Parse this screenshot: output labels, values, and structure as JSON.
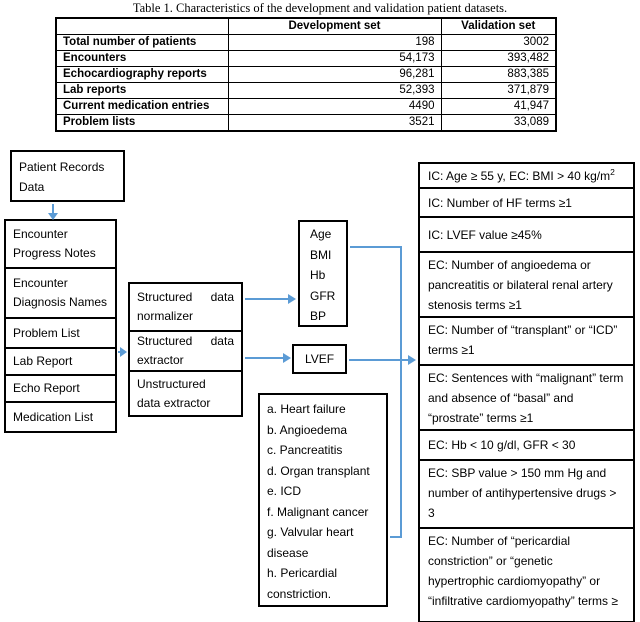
{
  "title": "Table 1. Characteristics of the development and validation patient datasets.",
  "table": {
    "headers": [
      "",
      "Development set",
      "Validation set"
    ],
    "rows": [
      {
        "label": "Total number of patients",
        "dev": "198",
        "val": "3002"
      },
      {
        "label": "Encounters",
        "dev": "54,173",
        "val": "393,482"
      },
      {
        "label": "Echocardiography reports",
        "dev": "96,281",
        "val": "883,385"
      },
      {
        "label": "Lab reports",
        "dev": "52,393",
        "val": "371,879"
      },
      {
        "label": "Current medication entries",
        "dev": "4490",
        "val": "41,947"
      },
      {
        "label": "Problem lists",
        "dev": "3521",
        "val": "33,089"
      }
    ]
  },
  "flow": {
    "patient_records": "Patient Records Data",
    "sources": [
      "Encounter Progress Notes",
      "Encounter Diagnosis Names",
      "Problem List",
      "Lab Report",
      "Echo Report",
      "Medication List"
    ],
    "processors": [
      {
        "line1": "Structured data",
        "line2": "normalizer"
      },
      {
        "line1": "Structured data",
        "line2": "extractor"
      },
      {
        "line1": "Unstructured",
        "line2": "data extractor"
      }
    ],
    "structured_values": [
      "Age",
      "BMI",
      "Hb",
      "GFR",
      "BP"
    ],
    "lvef": "LVEF",
    "terms": [
      "a. Heart failure",
      "b. Angioedema",
      "c. Pancreatitis",
      "d. Organ transplant",
      "e. ICD",
      "f. Malignant cancer",
      "g. Valvular heart disease",
      "h. Pericardial constriction."
    ],
    "criteria": [
      {
        "text": "IC: Age ≥ 55 y, EC: BMI > 40 kg/m",
        "sup": "2"
      },
      {
        "text": "IC: Number of HF terms ≥1"
      },
      {
        "text": "IC: LVEF value ≥45%"
      },
      {
        "text": "EC: Number of angioedema or\npancreatitis or bilateral renal artery\nstenosis terms ≥1"
      },
      {
        "text": "EC: Number of “transplant” or “ICD”\nterms ≥1"
      },
      {
        "text": "EC: Sentences with “malignant” term\nand absence of “basal” and\n“prostrate” terms ≥1"
      },
      {
        "text": "EC: Hb < 10 g/dl, GFR < 30"
      },
      {
        "text": "EC: SBP value > 150 mm Hg and\nnumber of antihypertensive drugs > 3"
      },
      {
        "text": "EC: Number of “pericardial\nconstriction” or “genetic\nhypertrophic cardiomyopathy” or\n“infiltrative cardiomyopathy” terms ≥"
      }
    ]
  },
  "colors": {
    "arrow_blue": "#5b9bd5",
    "border_black": "#000000"
  }
}
